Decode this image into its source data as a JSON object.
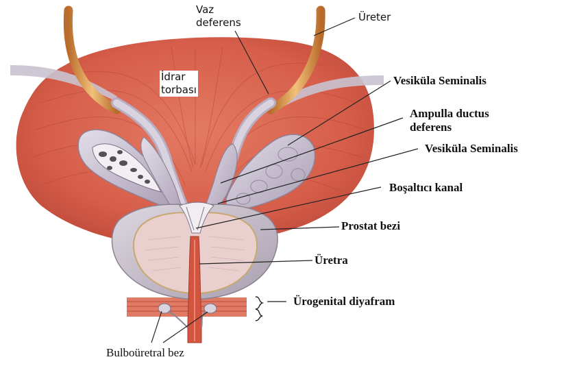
{
  "labels": {
    "vaz": [
      "Vaz",
      "deferens"
    ],
    "ureter": "Üreter",
    "idrar": [
      "İdrar",
      "torbası"
    ],
    "vesikula1": "Vesiküla Seminalis",
    "ampulla": [
      "Ampulla ductus",
      "deferens"
    ],
    "vesikula2": "Vesiküla Seminalis",
    "bosaltici": "Boşaltıcı kanal",
    "prostat": "Prostat bezi",
    "uretra": "Üretra",
    "urogenital": "Ürogenital diyafram",
    "bulbouretral": "Bulboüretral bez"
  },
  "colors": {
    "bladder": "#d9614f",
    "muscle_line": "#b8433a",
    "tube": "#d08a3e",
    "vesicle": "#c9c0d0",
    "prostate": "#c8c2cc",
    "urethra": "#d2553f",
    "leader": "#222222"
  },
  "icons": [
    "bladder-illustration",
    "seminal-vesicle-illustration",
    "prostate-illustration",
    "urethra-illustration"
  ]
}
